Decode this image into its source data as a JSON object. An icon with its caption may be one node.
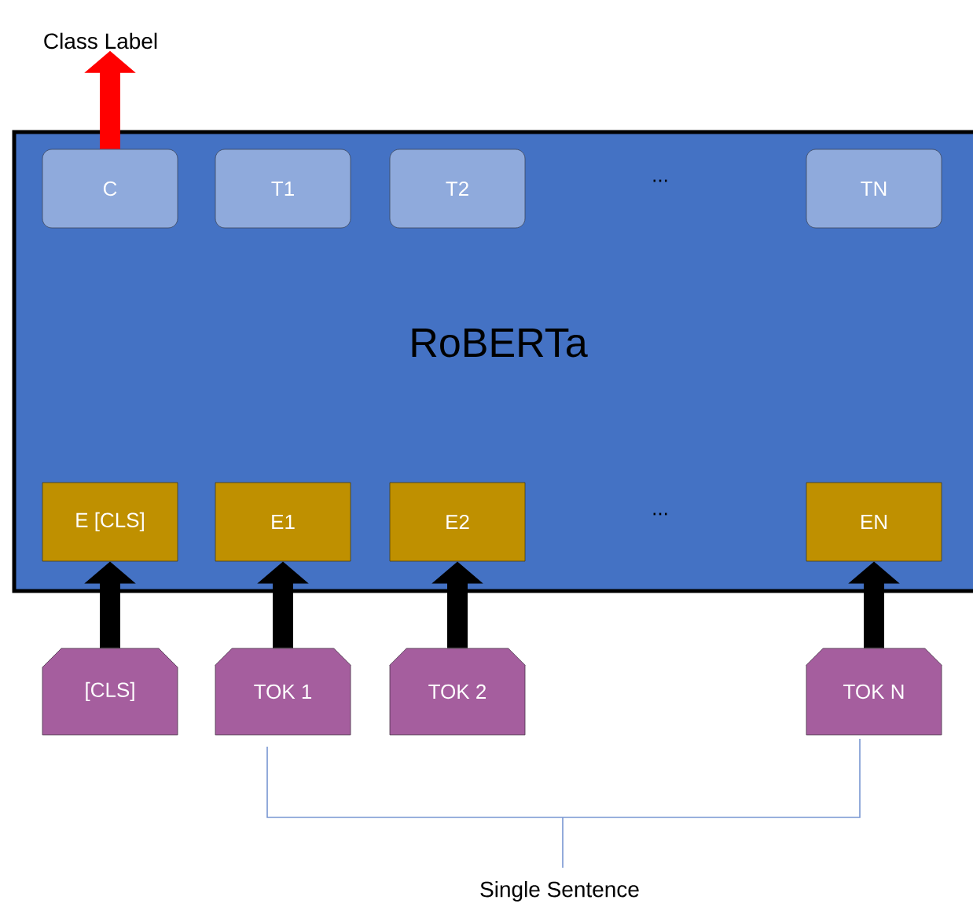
{
  "diagram": {
    "nodes": [
      {
        "text": [
          "RoBERTa"
        ]
      },
      {
        "text": [
          "C"
        ],
        "in": 0
      },
      {
        "text": [
          "T1"
        ],
        "in": 0
      },
      {
        "text": [
          "T2"
        ],
        "in": 0
      },
      {
        "text": [
          "TN"
        ],
        "in": 0
      },
      {
        "text": [
          "E [CLS]"
        ],
        "in": 0
      },
      {
        "text": [
          "E1"
        ],
        "in": 0
      },
      {
        "text": [
          "E2"
        ],
        "in": 0
      },
      {
        "text": [
          "EN"
        ],
        "in": 0
      },
      {
        "text": [
          "[CLS]"
        ]
      },
      {
        "text": [
          "TOK 1"
        ]
      },
      {
        "text": [
          "TOK 2"
        ]
      },
      {
        "text": [
          "TOK N"
        ]
      },
      {
        "text": [
          "Class Label"
        ]
      }
    ],
    "edges": [
      {
        "from": 1,
        "to": 13,
        "arrow": "to",
        "color": "#ff0000"
      },
      {
        "from": 9,
        "to": 5,
        "arrow": "to"
      },
      {
        "from": 10,
        "to": 6,
        "arrow": "to"
      },
      {
        "from": 11,
        "to": 7,
        "arrow": "to"
      },
      {
        "from": 12,
        "to": 8,
        "arrow": "to"
      }
    ],
    "labels": [
      "...",
      "...",
      "Single Sentence"
    ]
  }
}
